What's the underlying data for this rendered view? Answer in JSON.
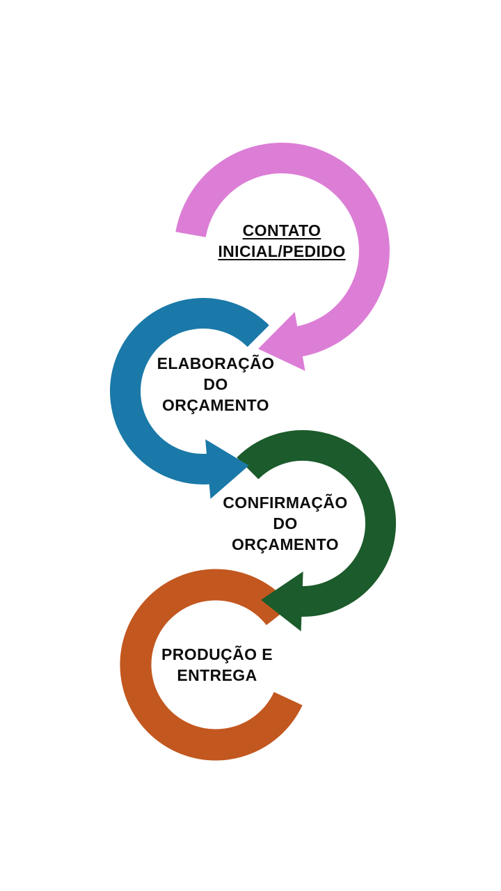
{
  "title": "Process flow circular arrows diagram",
  "background": "#ffffff",
  "text_color": "#0d0d0d",
  "steps": [
    {
      "order": 1,
      "label": "CONTATO\nINICIAL/PEDIDO",
      "color": "#DC7ED6",
      "underline": true
    },
    {
      "order": 2,
      "label": "ELABORAÇÃO\nDO\nORÇAMENTO",
      "color": "#1A79A8",
      "underline": false
    },
    {
      "order": 3,
      "label": "CONFIRMAÇÃO\nDO\nORÇAMENTO",
      "color": "#1C5B2B",
      "underline": false
    },
    {
      "order": 4,
      "label": "PRODUÇÃO E\nENTREGA",
      "color": "#C2571F",
      "underline": false
    }
  ]
}
